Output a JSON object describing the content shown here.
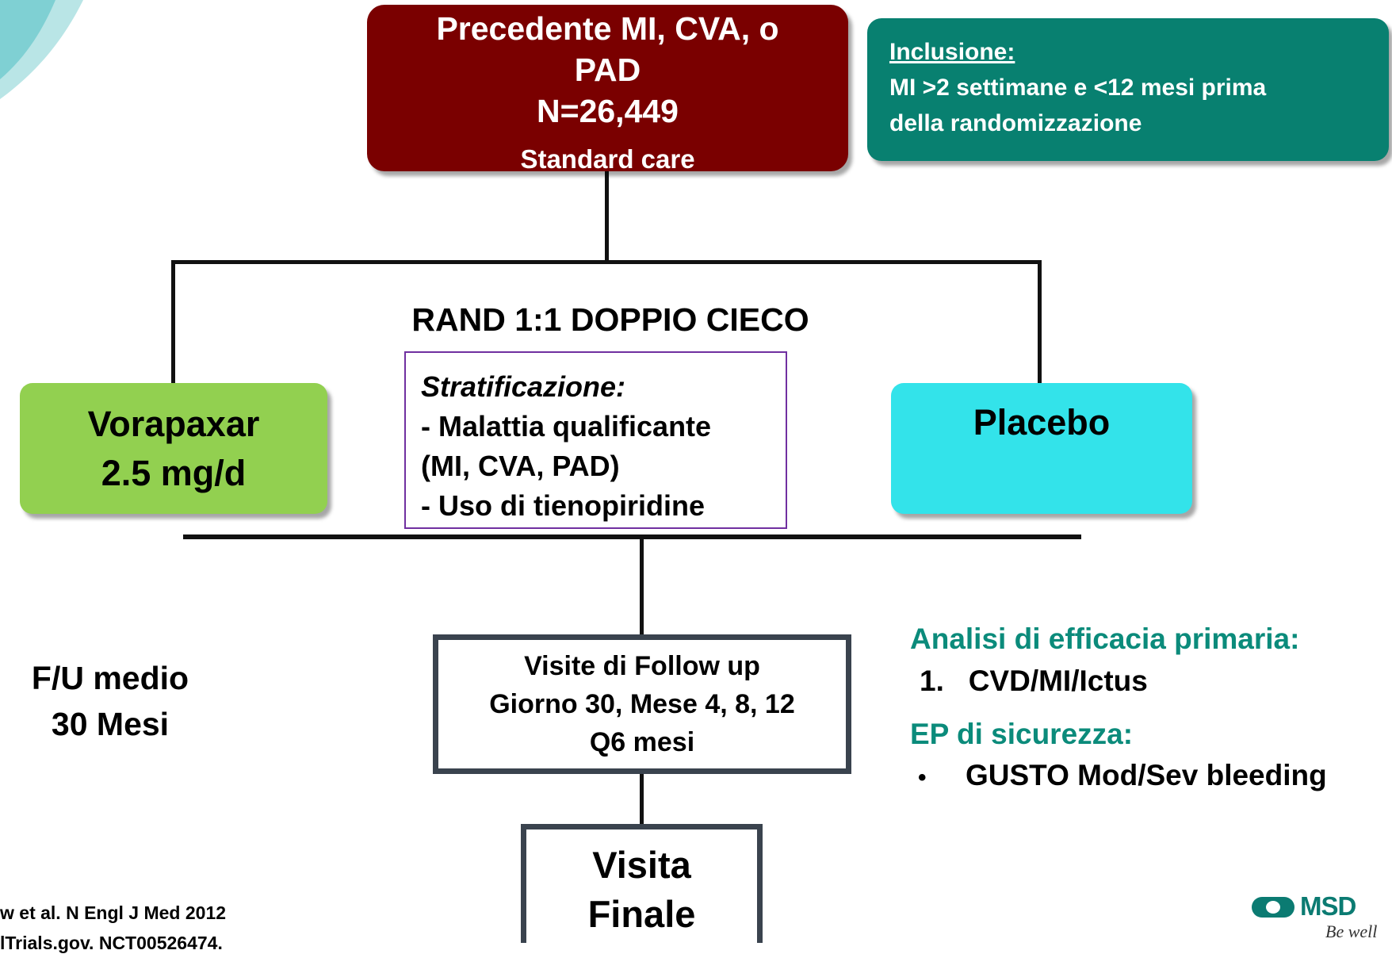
{
  "top_box": {
    "line1": "Precedente MI, CVA, o",
    "line2": "PAD",
    "line3": "N=26,449",
    "overlay": "Standard care"
  },
  "inclusion": {
    "title": "Inclusione:",
    "line1": "MI >2 settimane e <12 mesi prima",
    "line2": "della randomizzazione"
  },
  "randomization_label": "RAND 1:1 DOPPIO CIECO",
  "arms": {
    "left": {
      "line1": "Vorapaxar",
      "line2": "2.5 mg/d"
    },
    "right": "Placebo"
  },
  "stratification": {
    "title": "Stratificazione:",
    "line1": "- Malattia qualificante",
    "line2": "(MI, CVA, PAD)",
    "line3": "- Uso di tienopiridine"
  },
  "followup_box": {
    "line1": "Visite di Follow up",
    "line2": "Giorno 30, Mese 4, 8, 12",
    "line3": "Q6 mesi"
  },
  "final_box": {
    "line1": "Visita",
    "line2": "Finale"
  },
  "fu_medio": {
    "line1": "F/U medio",
    "line2": "30 Mesi"
  },
  "endpoints": {
    "efficacy_title": "Analisi di efficacia primaria:",
    "efficacy_item": "1.   CVD/MI/Ictus",
    "safety_title": "EP di sicurezza:",
    "safety_bullet": "•",
    "safety_item": "GUSTO Mod/Sev bleeding"
  },
  "references": {
    "line1": "w et al. N Engl J Med 2012",
    "line2": "lTrials.gov. NCT00526474."
  },
  "logo": {
    "brand": "MSD",
    "tagline": "Be well",
    "color": "#0b7b72"
  }
}
